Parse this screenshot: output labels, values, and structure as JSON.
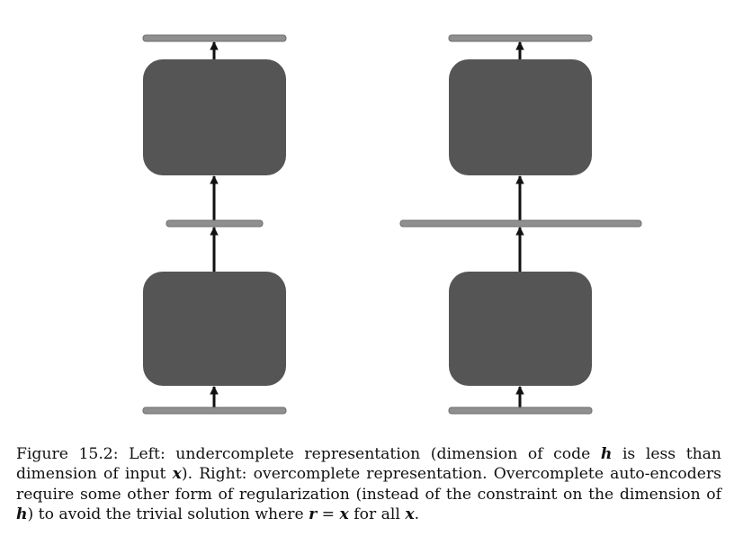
{
  "colors": {
    "bar_fill": "#8f8f8f",
    "bar_stroke": "#6e6e6e",
    "box_fill": "#555555",
    "arrow": "#111111"
  },
  "diagrams": [
    {
      "panel": "Left",
      "meaning": "undercomplete representation",
      "layers": [
        "input x",
        "code h",
        "reconstruction r"
      ],
      "code_layer_relative_width": "narrow"
    },
    {
      "panel": "Right",
      "meaning": "overcomplete representation",
      "layers": [
        "input x",
        "code h",
        "reconstruction r"
      ],
      "code_layer_relative_width": "wide"
    }
  ],
  "caption": {
    "label": "Figure 15.2:",
    "t1": "Left: undercomplete representation (dimension of code",
    "h1": "h",
    "t2": "is less than dimension of input",
    "x1": "x",
    "t3": "). Right: overcomplete representation. Overcomplete auto-encoders require some other form of regularization (instead of the constraint on the dimension of",
    "h2": "h",
    "t4": ") to avoid the trivial solution where",
    "r": "r",
    "eq": "=",
    "x2": "x",
    "t5": "for all",
    "x3": "x",
    "t6": "."
  }
}
